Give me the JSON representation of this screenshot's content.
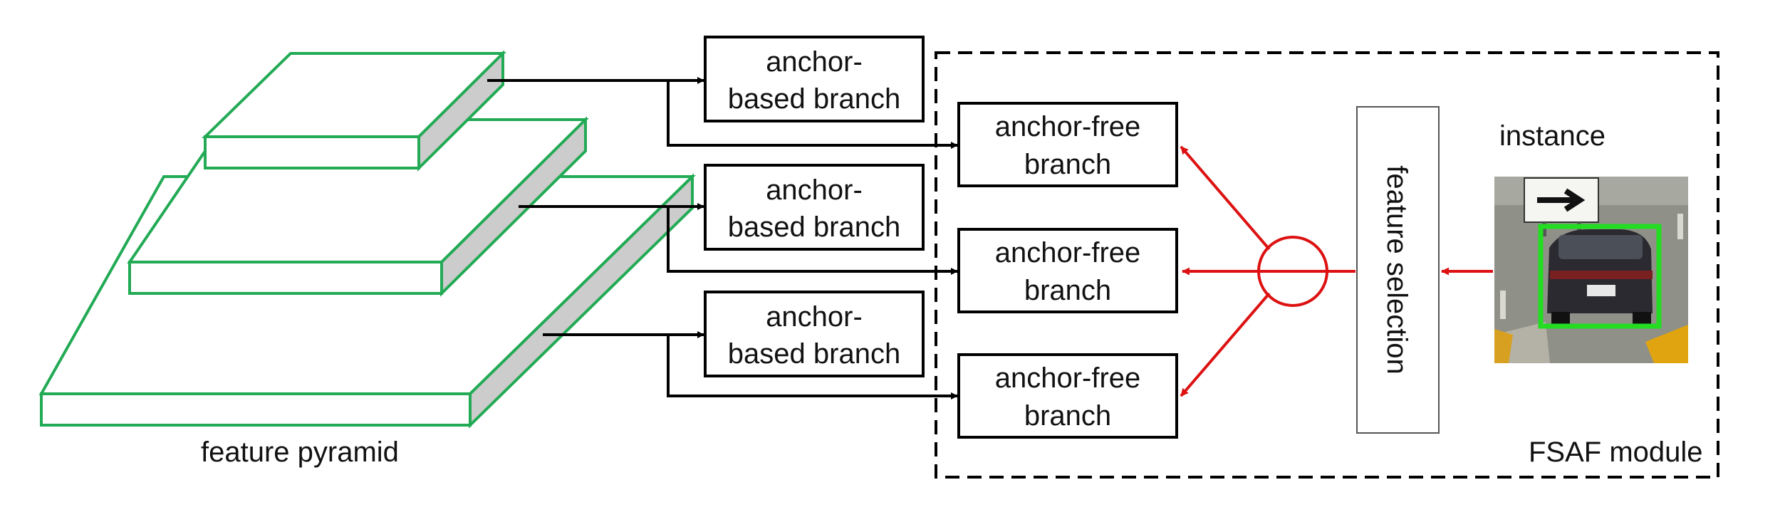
{
  "pyramid_label": "feature pyramid",
  "anchor_based": [
    {
      "line1": "anchor-",
      "line2": "based branch"
    },
    {
      "line1": "anchor-",
      "line2": "based branch"
    },
    {
      "line1": "anchor-",
      "line2": "based branch"
    }
  ],
  "anchor_free": [
    {
      "line1": "anchor-free",
      "line2": "branch"
    },
    {
      "line1": "anchor-free",
      "line2": "branch"
    },
    {
      "line1": "anchor-free",
      "line2": "branch"
    }
  ],
  "feature_selection": "feature selection",
  "instance_label": "instance",
  "module_label": "FSAF module",
  "colors": {
    "pyramid_edge": "#22aa55",
    "pyramid_side": "#cccccc",
    "select_arrow": "#dd1111",
    "instance_box": "#22dd22",
    "ink": "#000000"
  }
}
